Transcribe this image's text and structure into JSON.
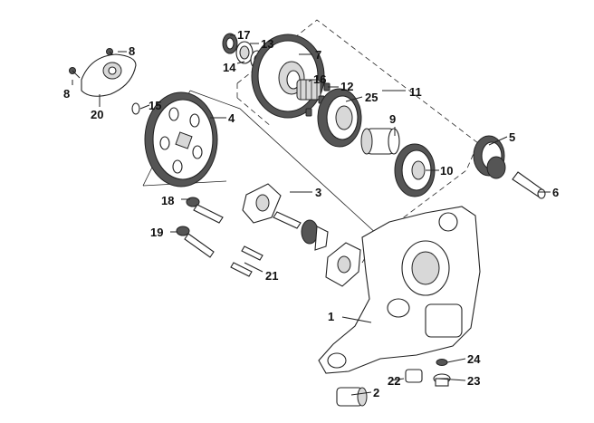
{
  "callouts": [
    {
      "id": "c1",
      "text": "1"
    },
    {
      "id": "c2",
      "text": "2"
    },
    {
      "id": "c3",
      "text": "3"
    },
    {
      "id": "c4",
      "text": "4"
    },
    {
      "id": "c5",
      "text": "5"
    },
    {
      "id": "c6",
      "text": "6"
    },
    {
      "id": "c7",
      "text": "7"
    },
    {
      "id": "c8a",
      "text": "8"
    },
    {
      "id": "c8b",
      "text": "8"
    },
    {
      "id": "c9",
      "text": "9"
    },
    {
      "id": "c10",
      "text": "10"
    },
    {
      "id": "c11",
      "text": "11"
    },
    {
      "id": "c12",
      "text": "12"
    },
    {
      "id": "c13",
      "text": "13"
    },
    {
      "id": "c14",
      "text": "14"
    },
    {
      "id": "c15",
      "text": "15"
    },
    {
      "id": "c16",
      "text": "16"
    },
    {
      "id": "c17",
      "text": "17"
    },
    {
      "id": "c18",
      "text": "18"
    },
    {
      "id": "c19",
      "text": "19"
    },
    {
      "id": "c20",
      "text": "20"
    },
    {
      "id": "c21",
      "text": "21"
    },
    {
      "id": "c22",
      "text": "22"
    },
    {
      "id": "c23",
      "text": "23"
    },
    {
      "id": "c24",
      "text": "24"
    },
    {
      "id": "c25",
      "text": "25"
    }
  ]
}
